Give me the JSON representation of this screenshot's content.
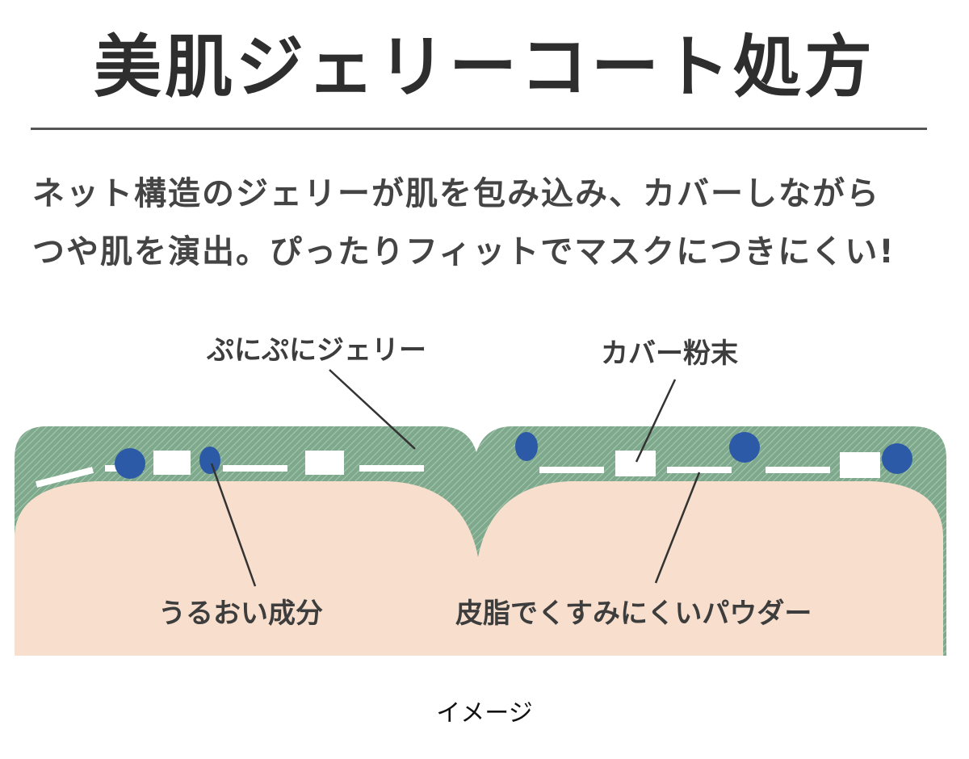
{
  "title": "美肌ジェリーコート処方",
  "description": {
    "line1": "ネット構造のジェリーが肌を包み込み、カバーしながら",
    "line2": "つや肌を演出。ぴったりフィットでマスクにつきにくい!"
  },
  "labels": {
    "jelly": "ぷにぷにジェリー",
    "cover_powder": "カバー粉末",
    "moisture": "うるおい成分",
    "sebum_powder": "皮脂でくすみにくいパウダー"
  },
  "caption": "イメージ",
  "colors": {
    "jelly": "#7fa98c",
    "skin": "#f8dfcd",
    "moisture_dot": "#2d5aa6",
    "powder": "#ffffff"
  }
}
